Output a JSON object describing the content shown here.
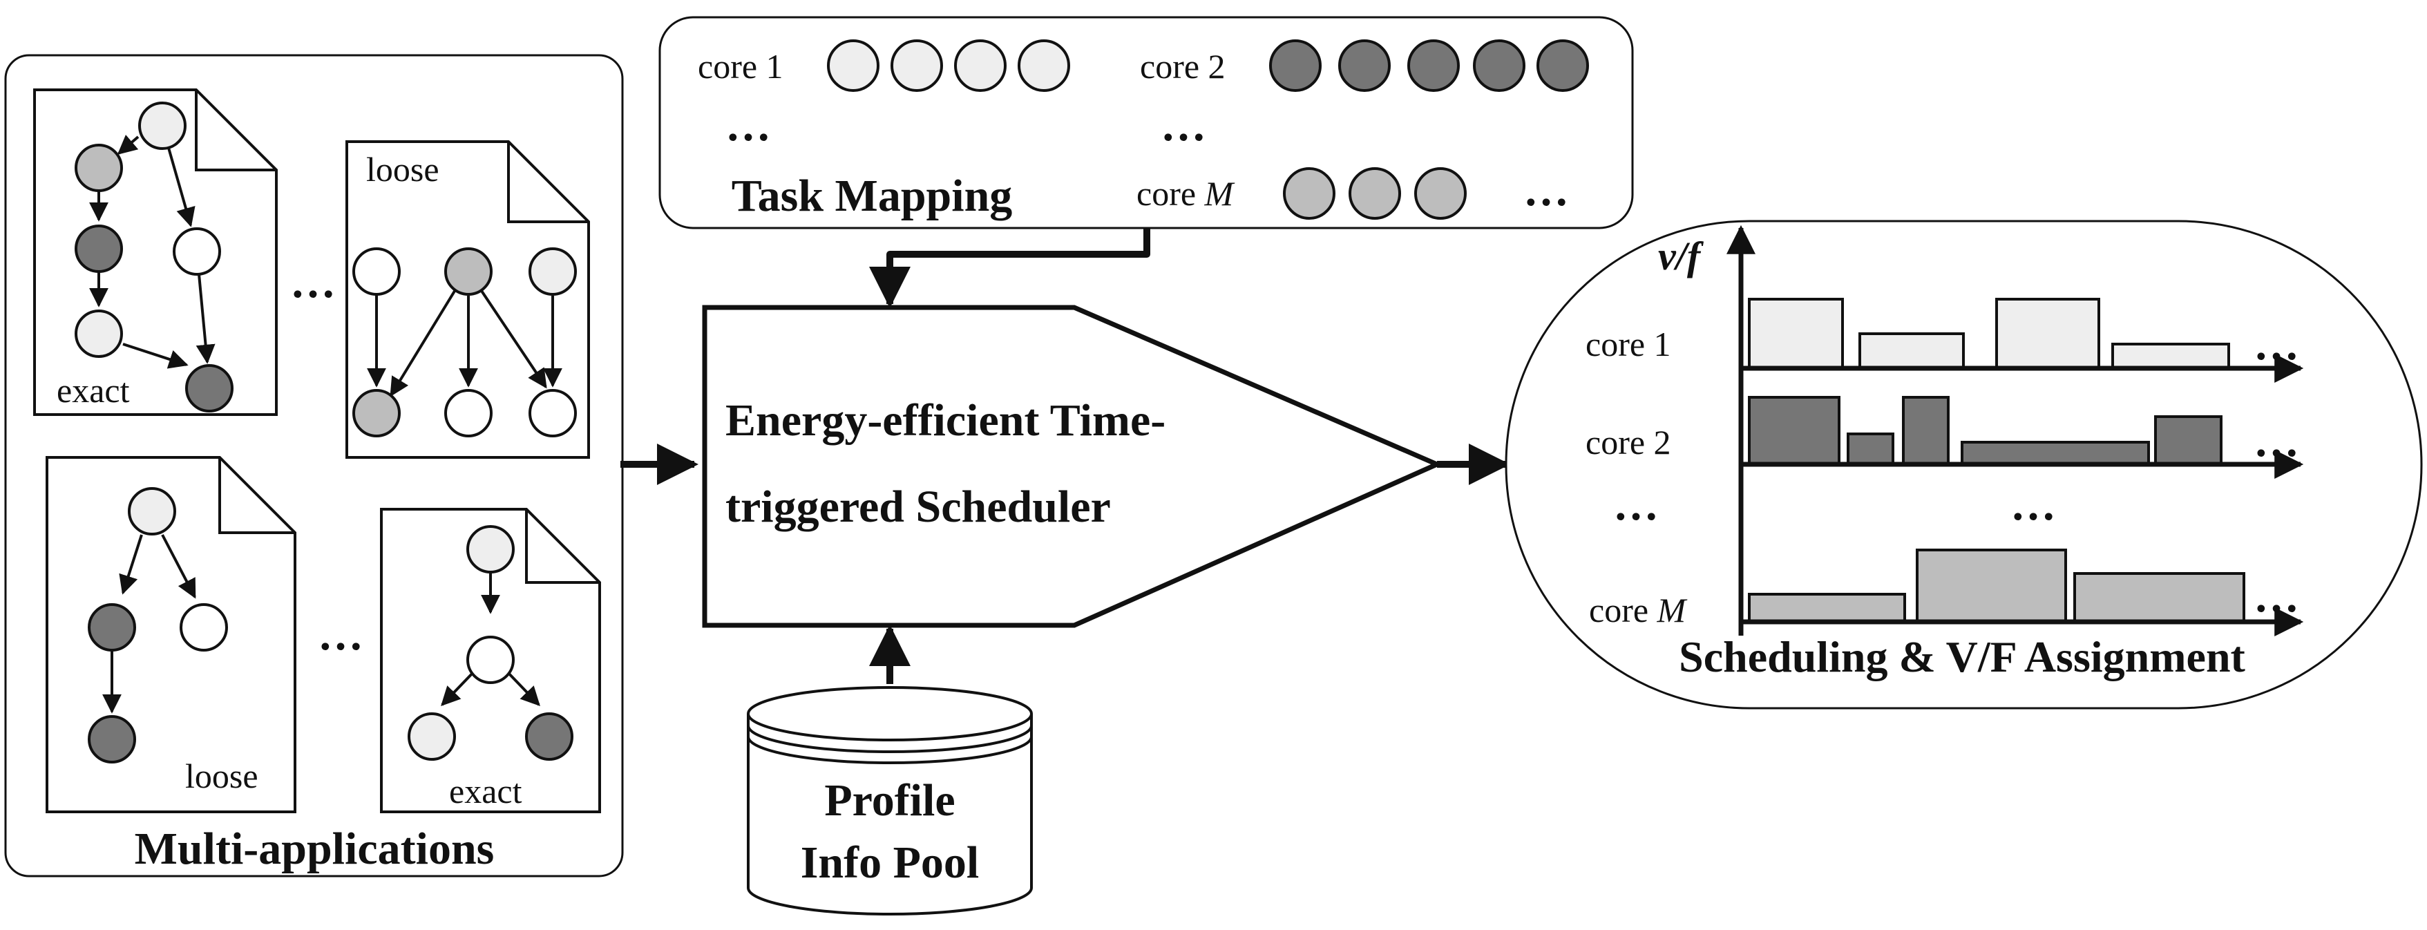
{
  "colors": {
    "white_task": "#ffffff",
    "light_task": "#eeeeee",
    "mid_task": "#bdbdbd",
    "dark_task": "#767676",
    "stroke": "#111111"
  },
  "applications": {
    "title": "Multi-applications",
    "ellipsis": "…",
    "docs": [
      {
        "tag": "exact"
      },
      {
        "tag": "loose"
      },
      {
        "tag": "loose"
      },
      {
        "tag": "exact"
      }
    ]
  },
  "mapping": {
    "title": "Task Mapping",
    "core1": "core 1",
    "core2": "core 2",
    "coreM_prefix": "core ",
    "coreM_var": "M",
    "ellipsis": "…"
  },
  "scheduler": {
    "line1": "Energy-efficient Time-",
    "line2": "triggered Scheduler"
  },
  "pool": {
    "line1": "Profile",
    "line2": "Info Pool"
  },
  "assignment": {
    "title": "Scheduling & V/F Assignment",
    "axis_label": "v/f",
    "core1": "core 1",
    "core2": "core 2",
    "coreM_prefix": "core ",
    "coreM_var": "M",
    "ellipsis": "…"
  }
}
